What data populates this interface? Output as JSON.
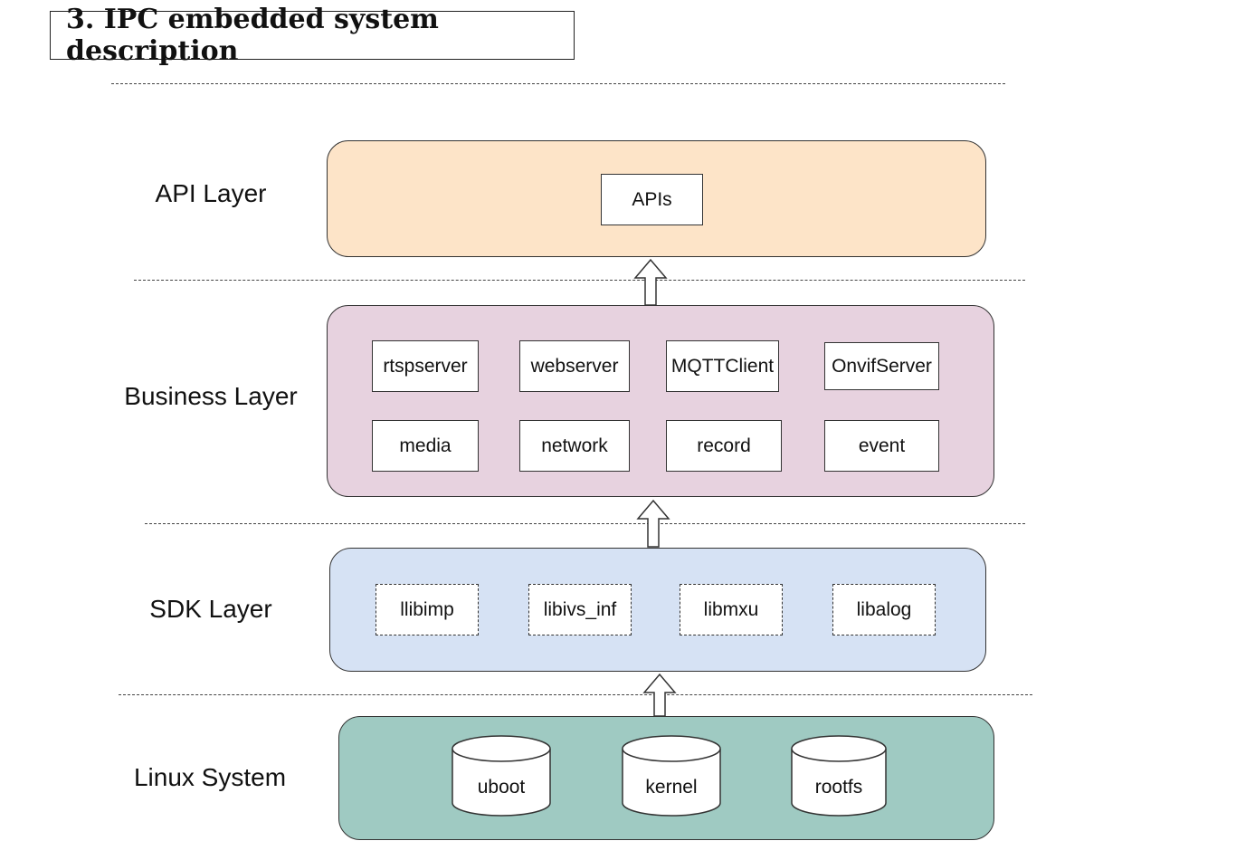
{
  "title": "3. IPC embedded system description",
  "layers": {
    "api": {
      "label": "API Layer",
      "color": "#fde4c8",
      "components": [
        "APIs"
      ]
    },
    "business": {
      "label": "Business Layer",
      "color": "#e7d2df",
      "components": [
        "rtspserver",
        "webserver",
        "MQTTClient",
        "OnvifServer",
        "media",
        "network",
        "record",
        "event"
      ]
    },
    "sdk": {
      "label": "SDK Layer",
      "color": "#d6e2f4",
      "components": [
        "llibimp",
        "libivs_inf",
        "libmxu",
        "libalog"
      ]
    },
    "linux": {
      "label": "Linux System",
      "color": "#9fcac2",
      "components": [
        "uboot",
        "kernel",
        "rootfs"
      ]
    }
  }
}
